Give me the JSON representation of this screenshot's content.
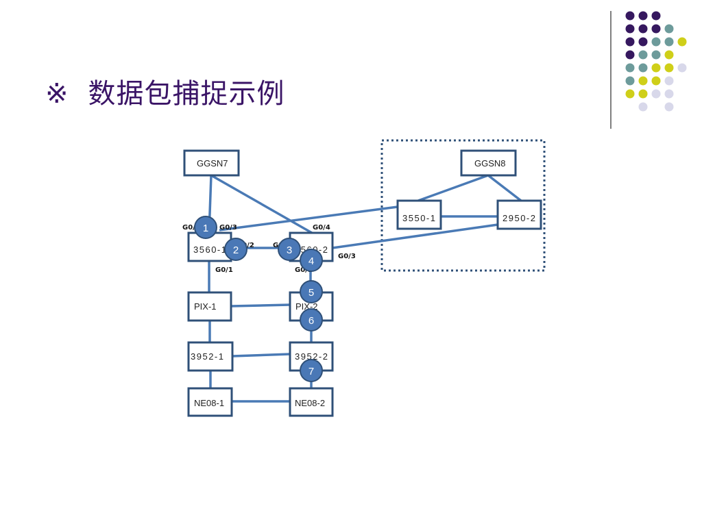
{
  "title": {
    "mark": "※",
    "text": "数据包捕捉示例"
  },
  "decoration": {
    "colors": {
      "purple": "#36185f",
      "teal": "#6d9b9b",
      "yellow": "#cfcf19",
      "lavender": "#d8d8ea",
      "divider": "#555555"
    }
  },
  "diagram": {
    "nodes": {
      "ggsn7": "GGSN7",
      "ggsn8": "GGSN8",
      "s3550_1": "3550-1",
      "s2950_2": "2950-2",
      "s3560_1": "3560-1",
      "s3560_2": "3560-2",
      "pix1": "PIX-1",
      "pix2": "PIX-2",
      "s3952_1": "3952-1",
      "s3952_2": "3952-2",
      "ne08_1": "NE08-1",
      "ne08_2": "NE08-2"
    },
    "ports": {
      "p1": "G0/4",
      "p2": "G0/3",
      "p3": "G0/2",
      "p4": "G0/1",
      "p5": "G0/4",
      "p6": "G0/2",
      "p7": "G0/3",
      "p8": "G0/1"
    },
    "markers": [
      "1",
      "2",
      "3",
      "4",
      "5",
      "6",
      "7"
    ],
    "colors": {
      "wire": "#4a7ab5",
      "box": "#2f5078",
      "marker": "#4a78b6"
    }
  }
}
